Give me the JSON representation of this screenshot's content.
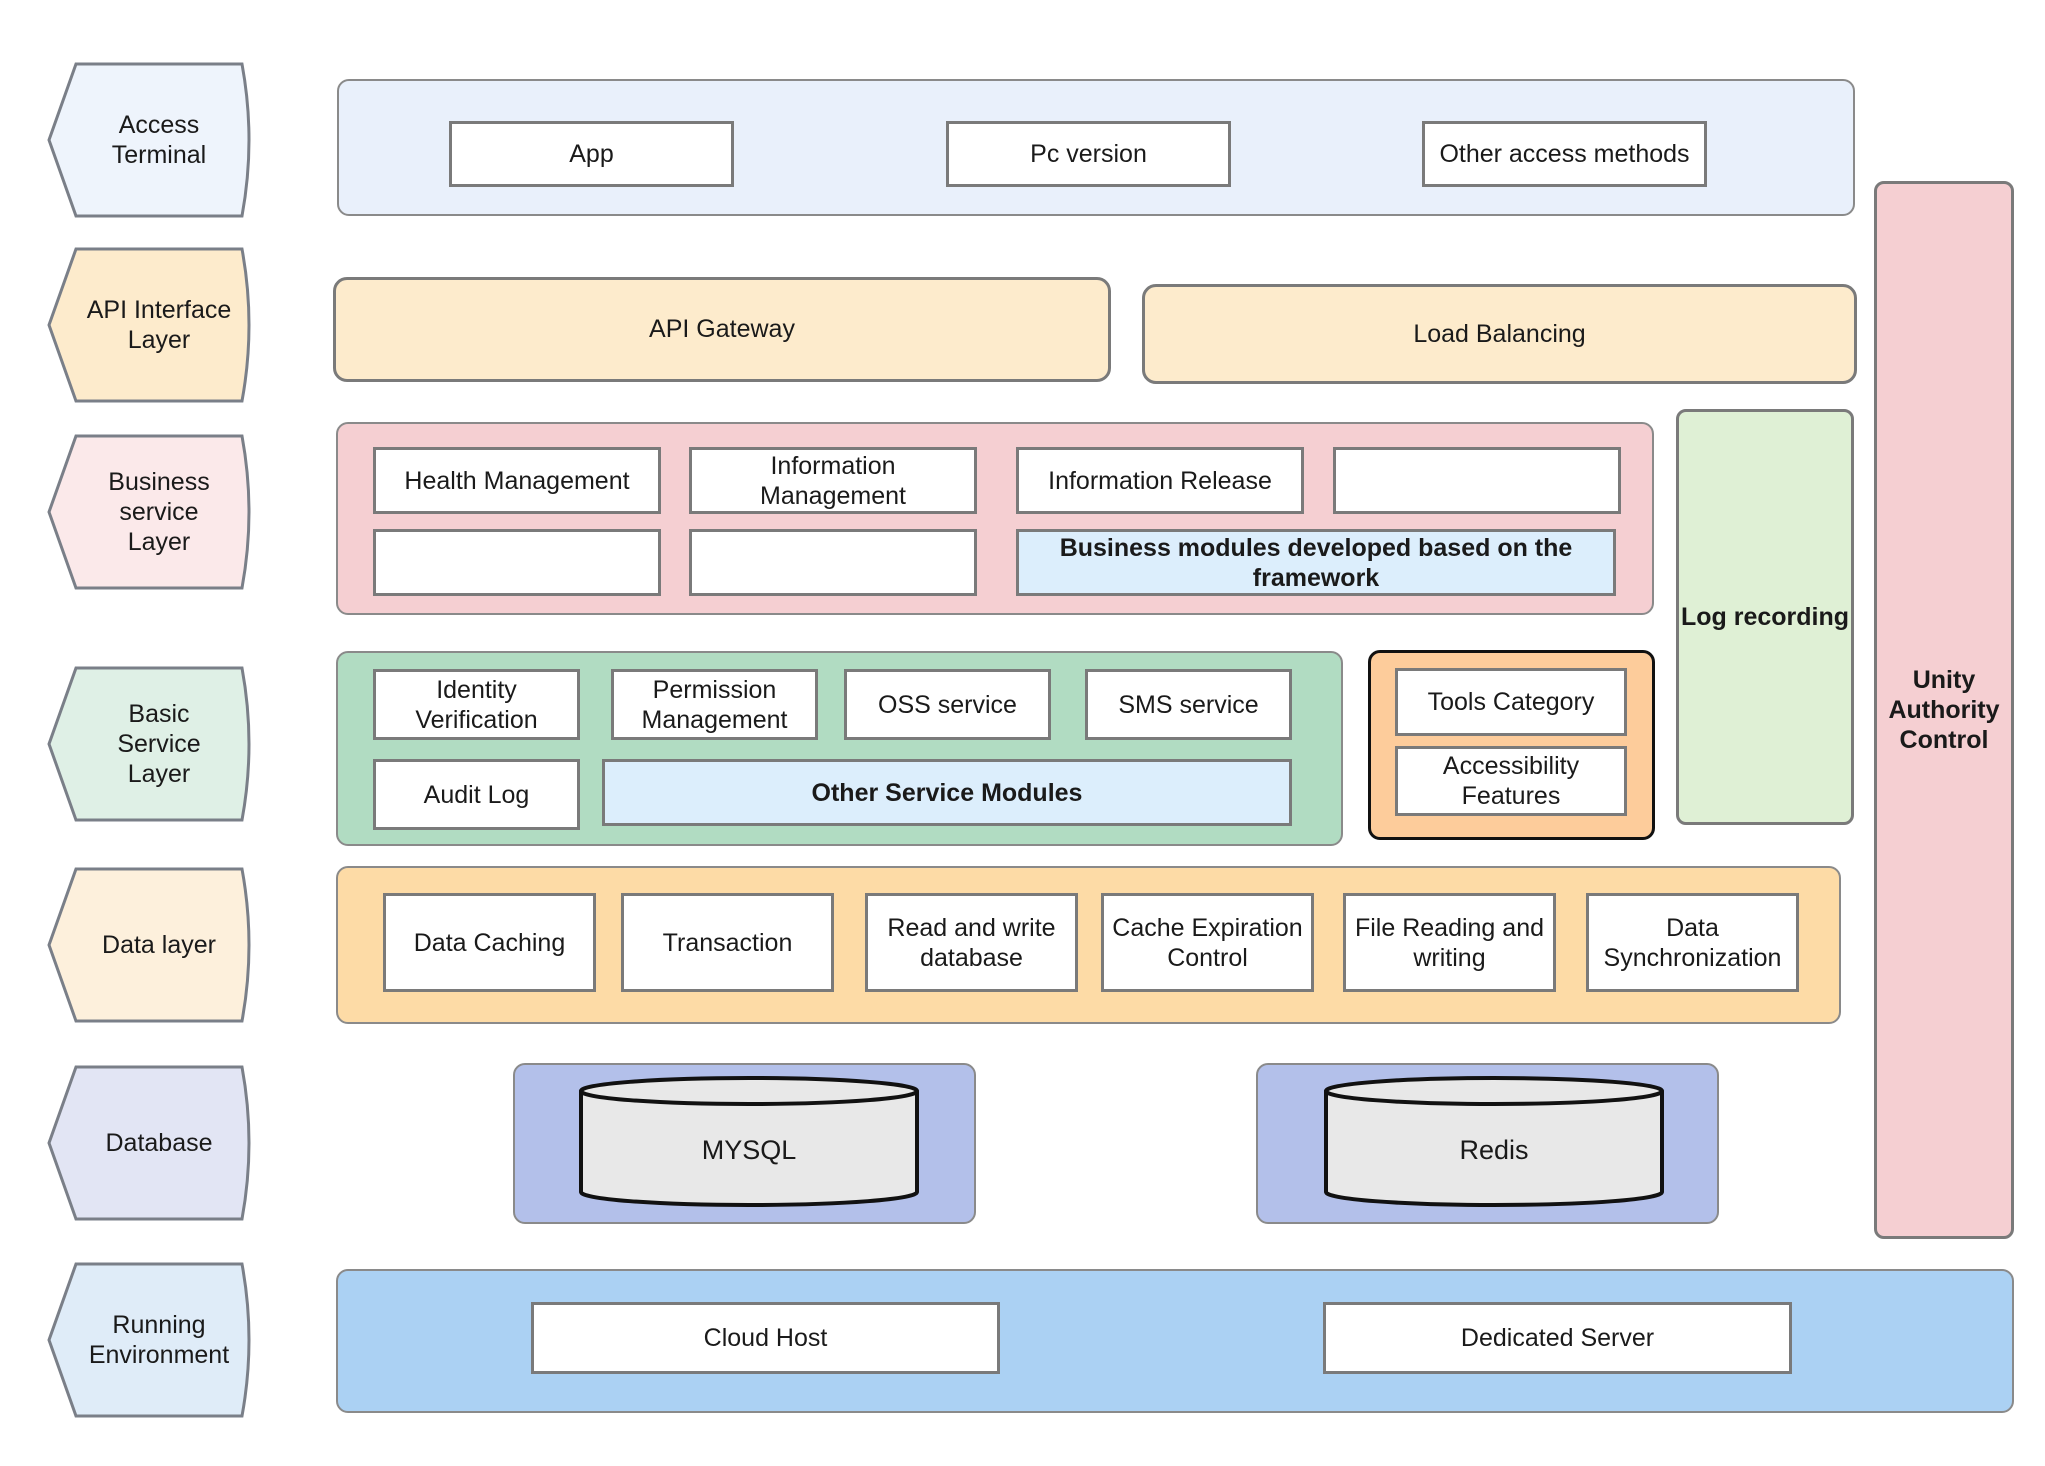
{
  "layers": {
    "access": "Access\nTerminal",
    "api": "API Interface\nLayer",
    "business": "Business\nservice\nLayer",
    "basic": "Basic\nService\nLayer",
    "data": "Data layer",
    "database": "Database",
    "running": "Running\nEnvironment"
  },
  "access": {
    "app": "App",
    "pc": "Pc version",
    "other": "Other access methods"
  },
  "api": {
    "gateway": "API Gateway",
    "load": "Load Balancing"
  },
  "business": {
    "health": "Health Management",
    "info_mgmt": "Information\nManagement",
    "info_release": "Information Release",
    "framework": "Business modules developed based on the\nframework"
  },
  "log": "Log recording",
  "unity": "Unity\nAuthority\nControl",
  "basic": {
    "identity": "Identity\nVerification",
    "permission": "Permission\nManagement",
    "oss": "OSS service",
    "sms": "SMS service",
    "audit": "Audit Log",
    "other": "Other Service Modules"
  },
  "tools": {
    "category": "Tools Category",
    "accessibility": "Accessibility\nFeatures"
  },
  "data": {
    "caching": "Data Caching",
    "transaction": "Transaction",
    "rw_db": "Read and write\ndatabase",
    "cache_exp": "Cache Expiration\nControl",
    "file_rw": "File Reading and\nwriting",
    "sync": "Data\nSynchronization"
  },
  "database": {
    "mysql": "MYSQL",
    "redis": "Redis"
  },
  "running": {
    "cloud": "Cloud Host",
    "dedicated": "Dedicated Server"
  },
  "colors": {
    "access": "#e9f0fb",
    "access_tag": "#eef4fc",
    "api": "#fdebcc",
    "business": "#f5cfd2",
    "business_tag": "#fbe9ea",
    "basic": "#b1dcc2",
    "basic_tag": "#dff0e6",
    "data": "#fddba6",
    "data_tag": "#fdf0dc",
    "database": "#b3c0ea",
    "database_tag": "#e2e5f4",
    "running": "#abd1f3",
    "running_tag": "#dfecf8",
    "log": "#dff0d5",
    "unity": "#f5cfd2",
    "tools": "#fdcc9b",
    "highlight": "#dceefc",
    "cylinder": "#e8e8e8"
  }
}
